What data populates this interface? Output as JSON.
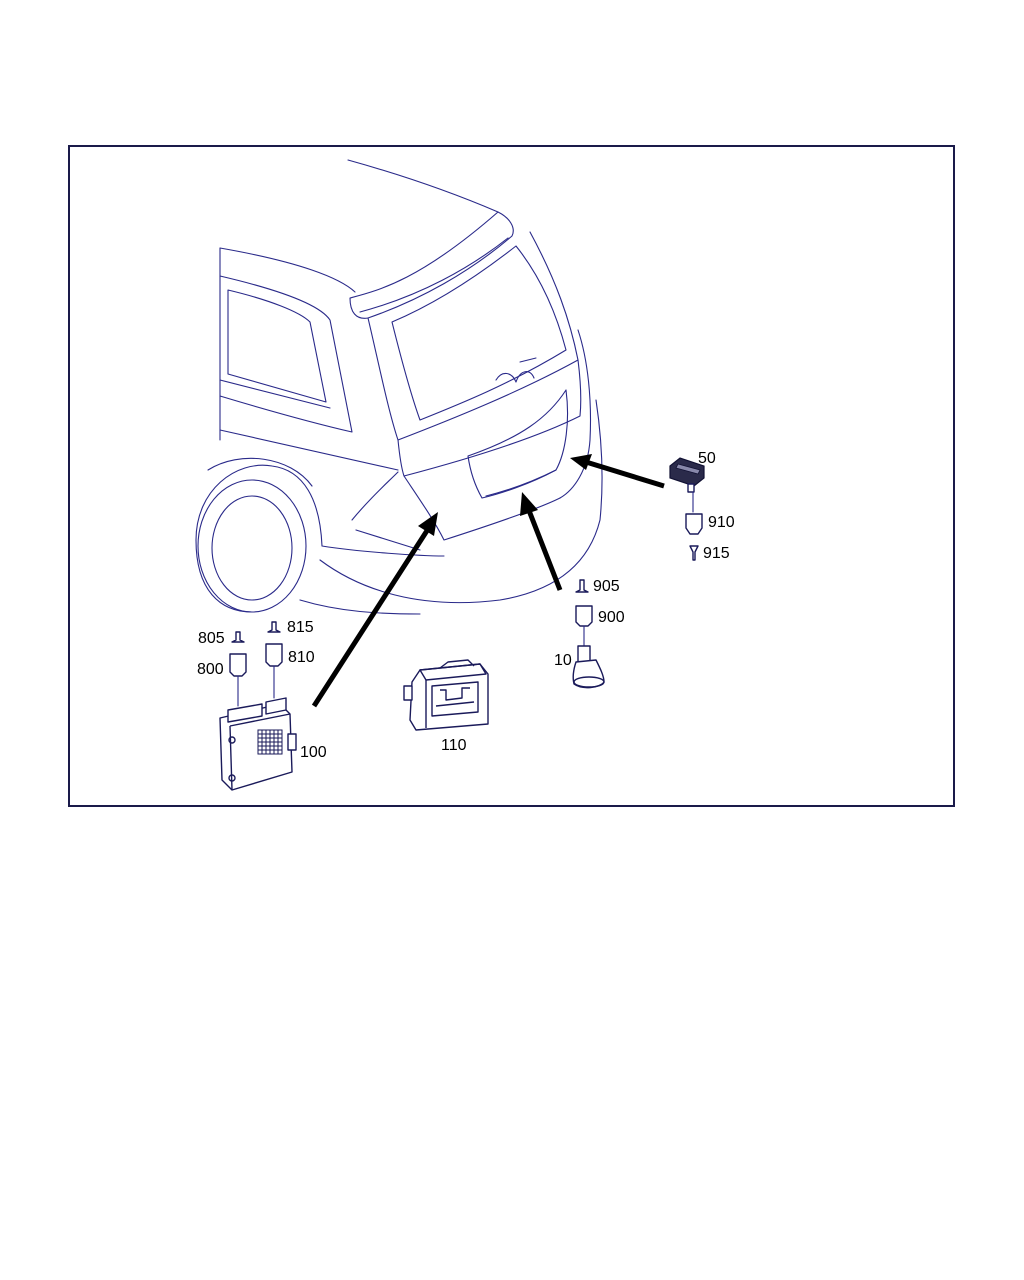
{
  "callouts": {
    "p50": "50",
    "p910": "910",
    "p915": "915",
    "p905": "905",
    "p900": "900",
    "p10": "10",
    "p805": "805",
    "p815": "815",
    "p800": "800",
    "p810": "810",
    "p100": "100",
    "p110": "110"
  },
  "colors": {
    "line": "#2a2a8a",
    "arrow": "#000000",
    "frame": "#1a1a4a"
  }
}
